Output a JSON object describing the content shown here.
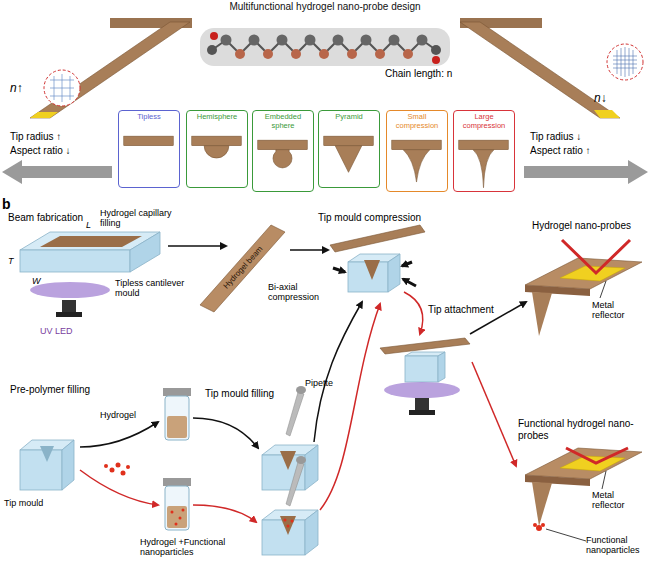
{
  "diagram": {
    "title": "Multifunctional hydrogel nano-probe design",
    "nodes": [
      {
        "text": [
          "Tipless"
        ]
      },
      {
        "text": [
          "Hemisphere"
        ]
      },
      {
        "text": [
          "Embedded sphere"
        ]
      },
      {
        "text": [
          "Pyramid"
        ]
      },
      {
        "text": [
          "Small compression"
        ]
      },
      {
        "text": [
          "Large compression"
        ]
      }
    ],
    "labels": [
      "b",
      "n↑",
      "Chain length: n",
      "n↓",
      "Tip radius ↑",
      "Aspect ratio ↓",
      "Tip radius ↓",
      "Aspect ratio ↑",
      "Beam fabrication",
      "Hydrogel capillary filling",
      "L",
      "T",
      "W",
      "Tipless cantilever mould",
      "UV LED",
      "Hydrogel beam",
      "Tip mould compression",
      "Bi-axial compression",
      "Tip attachment",
      "Hydrogel nano-probes",
      "Metal reflector",
      "Functional hydrogel nano-probes",
      "Metal reflector",
      "Functional nanoparticles",
      "Pre-polymer filling",
      "Hydrogel",
      "Hydrogel +Functional nanoparticles",
      "Tip mould",
      "Pipette",
      "Tip mould filling"
    ]
  }
}
